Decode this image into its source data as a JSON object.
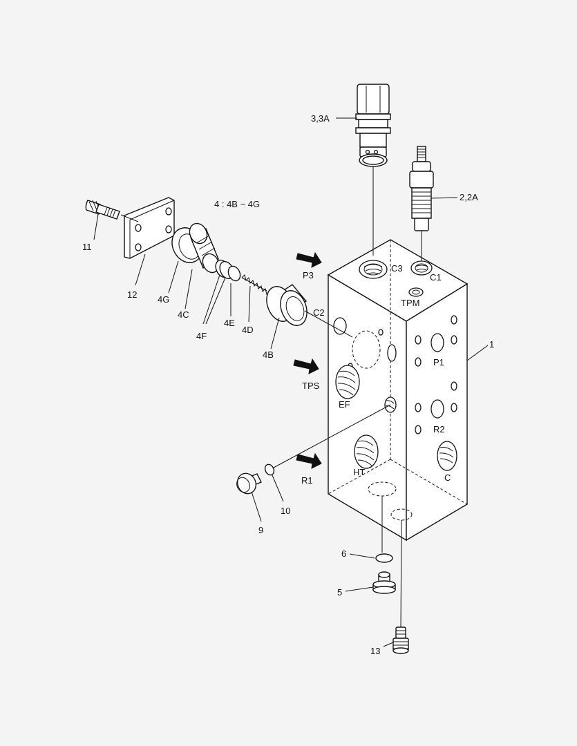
{
  "labels": {
    "part_1": "1",
    "part_2": "2,2A",
    "part_3": "3,3A",
    "part_4_note": "4 : 4B ~ 4G",
    "part_4b": "4B",
    "part_4c": "4C",
    "part_4d": "4D",
    "part_4e": "4E",
    "part_4f": "4F",
    "part_4g": "4G",
    "part_5": "5",
    "part_6": "6",
    "part_9": "9",
    "part_10": "10",
    "part_11": "11",
    "part_12": "12",
    "part_13": "13"
  },
  "ports": {
    "c1": "C1",
    "c2": "C2",
    "c3": "C3",
    "tpm": "TPM",
    "p1": "P1",
    "p3": "P3",
    "r1": "R1",
    "r2": "R2",
    "tps": "TPS",
    "ef": "EF",
    "ht": "HT",
    "c": "C"
  },
  "colors": {
    "background": "#f4f4f4",
    "line": "#111111",
    "part_fill": "#ffffff"
  }
}
